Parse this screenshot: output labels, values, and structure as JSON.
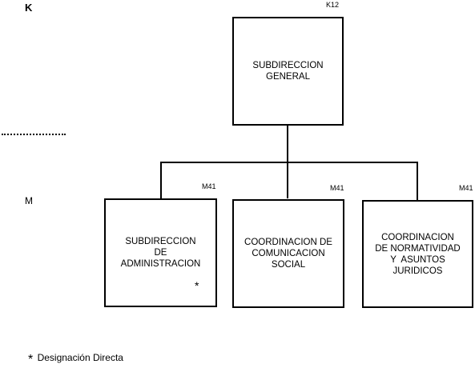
{
  "levels": {
    "k": "K",
    "m": "M"
  },
  "root": {
    "code": "K12",
    "lines": [
      "SUBDIRECCION",
      "GENERAL"
    ]
  },
  "children": [
    {
      "code": "M41",
      "lines": [
        "SUBDIRECCION",
        "DE",
        "ADMINISTRACION"
      ],
      "marker": "*"
    },
    {
      "code": "M41",
      "lines": [
        "COORDINACION DE",
        "COMUNICACION",
        "SOCIAL"
      ]
    },
    {
      "code": "M41",
      "lines": [
        "COORDINACION",
        "DE NORMATIVIDAD",
        "Y  ASUNTOS",
        "JURIDICOS"
      ]
    }
  ],
  "footnote": {
    "marker": "*",
    "text": "Designación Directa"
  }
}
